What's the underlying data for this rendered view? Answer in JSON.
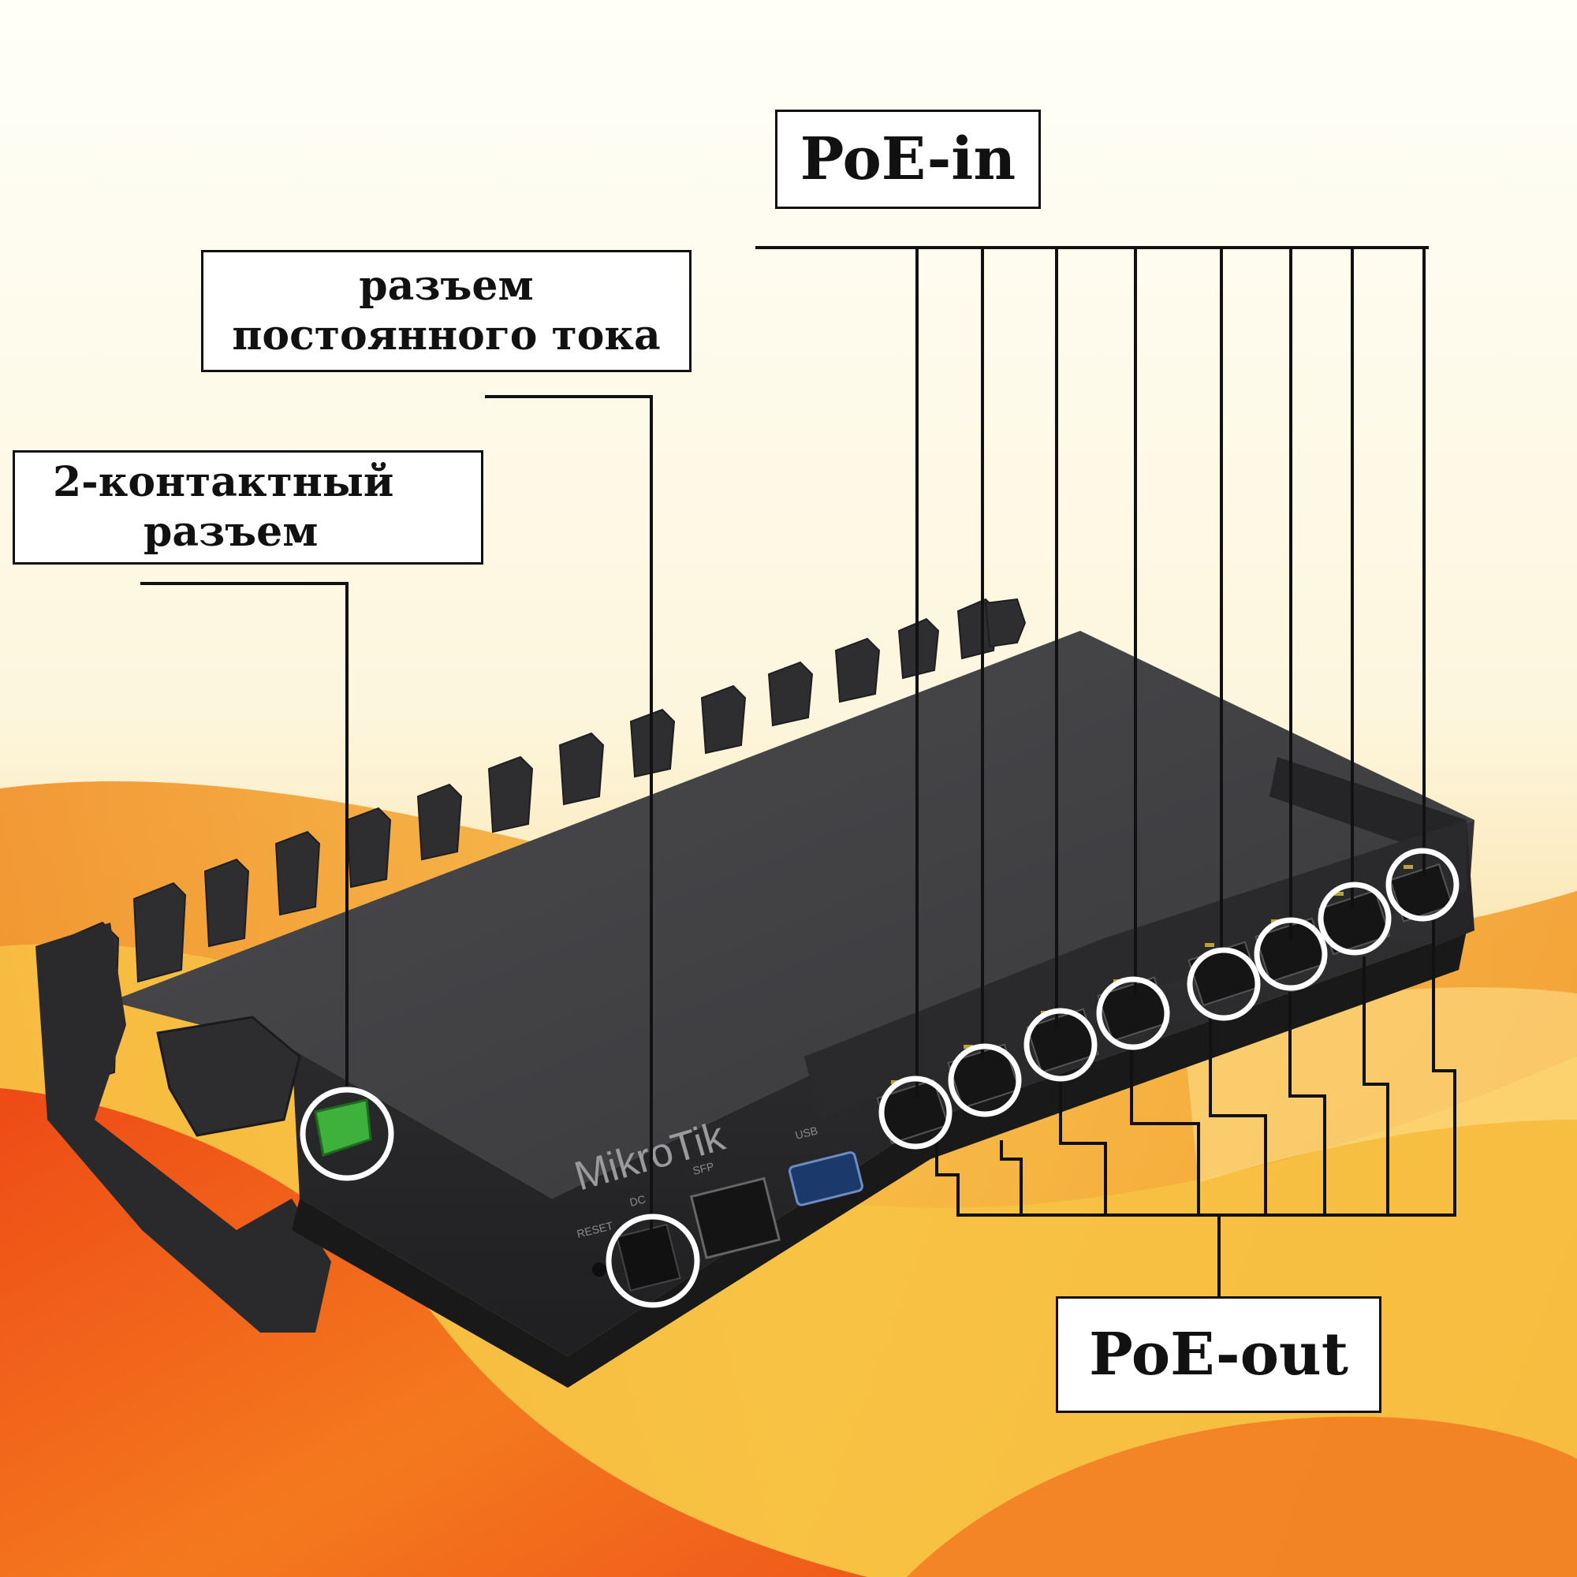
{
  "labels": {
    "poe_in": "PoE-in",
    "poe_out": "PoE-out",
    "dc_connector": [
      "разъем",
      "постоянного тока"
    ],
    "two_pin_connector": [
      "2-контактный",
      "разъем"
    ]
  },
  "device": {
    "brand": "MikroTik",
    "port_labels": [
      "RESET",
      "DC",
      "SFP",
      "USB"
    ]
  },
  "colors": {
    "background_top": "#fdf9e8",
    "background_orange": "#f6a01d",
    "background_red": "#ee4d18",
    "device_body": "#3d3d3f",
    "callout_line": "#111111",
    "highlight_circle": "#ffffff",
    "terminal_green": "#3db13b"
  }
}
